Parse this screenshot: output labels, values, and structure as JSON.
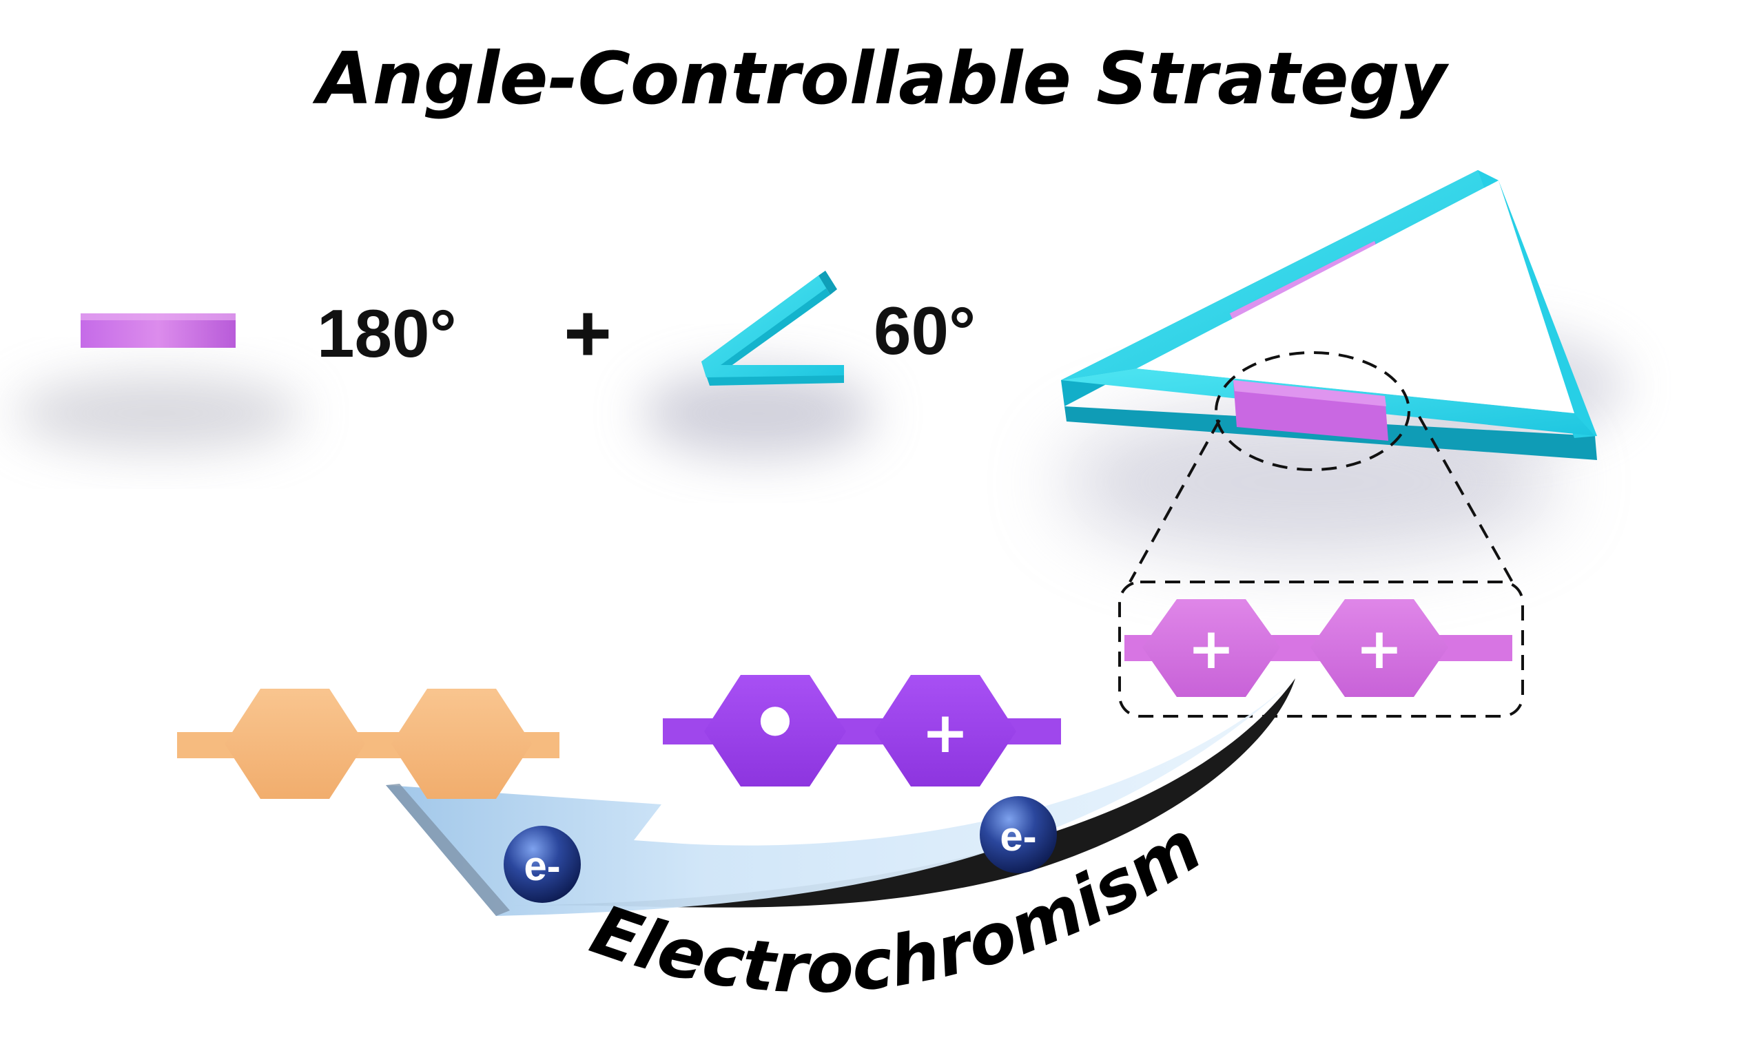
{
  "title": "Angle-Controllable Strategy",
  "building_blocks": {
    "linear_angle": "180°",
    "plus": "+",
    "bent_angle": "60°"
  },
  "states": {
    "charge_plus": "+",
    "radical_dot": "•",
    "electron_label": "e-"
  },
  "process_label": "Electrochromism",
  "colors": {
    "linear_block": "#cf72e8",
    "bent_block": "#2dd6ea",
    "neutral_state": "#f6bb7f",
    "radical_state": "#a045f0",
    "dication_state": "#d775e3",
    "electron": "#243a8c",
    "arrow_fill": "#c7e0f6"
  }
}
